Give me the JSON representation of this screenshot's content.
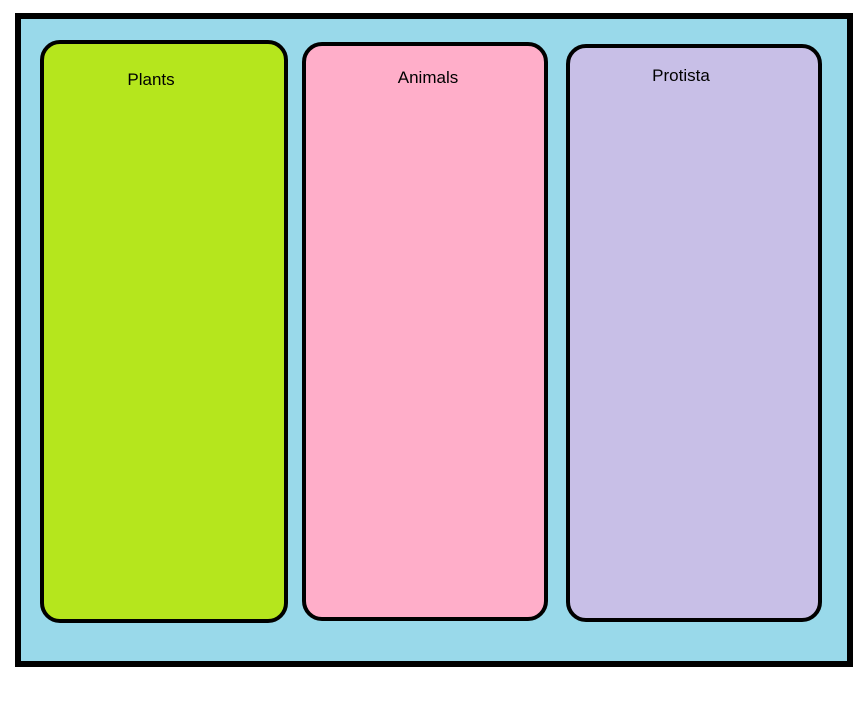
{
  "diagram": {
    "theme": {
      "page_background": "#FFFFFF",
      "board_background": "#99D9EA",
      "border_color": "#000000",
      "text_color": "#000000"
    },
    "columns": [
      {
        "label": "Plants",
        "color": "#B5E61D"
      },
      {
        "label": "Animals",
        "color": "#FFAEC9"
      },
      {
        "label": "Protista",
        "color": "#C8BFE7"
      }
    ]
  }
}
